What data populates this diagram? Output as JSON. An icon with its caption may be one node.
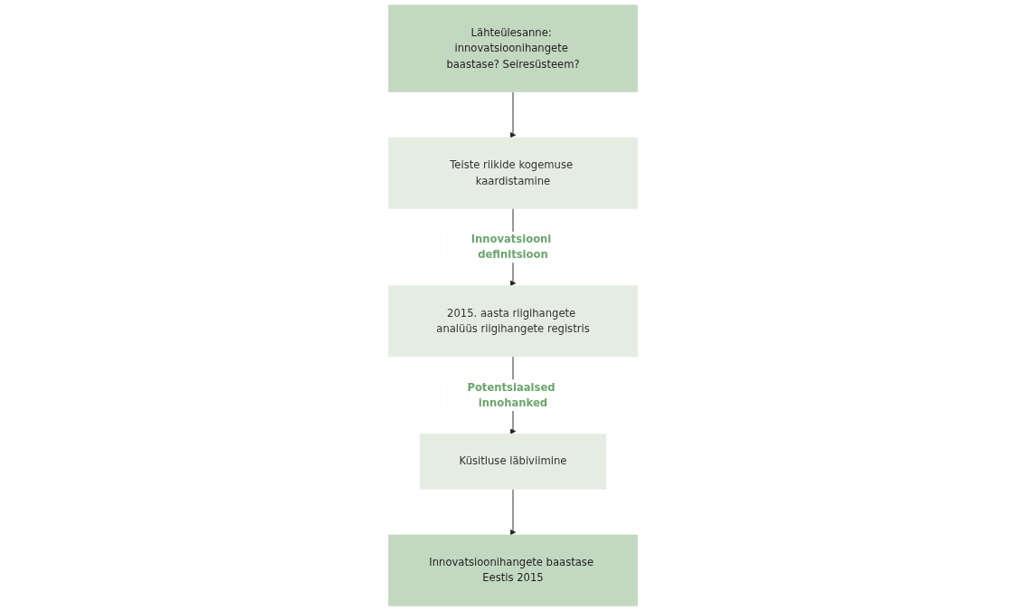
{
  "diagram": {
    "nodes": [
      {
        "text": [
          "Lähteülesanne: innovatsioonihangete baastase? Seiresüsteem?"
        ]
      },
      {
        "text": [
          "Teiste riikide kogemuse kaardistamine"
        ]
      },
      {
        "text": [
          "2015. aasta riigihangete analüüs riigihangete registris"
        ]
      },
      {
        "text": [
          "Küsitluse läbiviimine"
        ]
      },
      {
        "text": [
          "Innovatsioonihangete baastase Eestis 2015"
        ]
      }
    ],
    "edges": [
      {
        "from": 0,
        "to": 1,
        "arrow": "to"
      },
      {
        "from": 1,
        "to": 2,
        "arrow": "to",
        "label": "Innovatsiooni definitsioon"
      },
      {
        "from": 2,
        "to": 3,
        "arrow": "to",
        "label": "Potentsiaalsed innohanked"
      },
      {
        "from": 3,
        "to": 4,
        "arrow": "to"
      }
    ]
  }
}
